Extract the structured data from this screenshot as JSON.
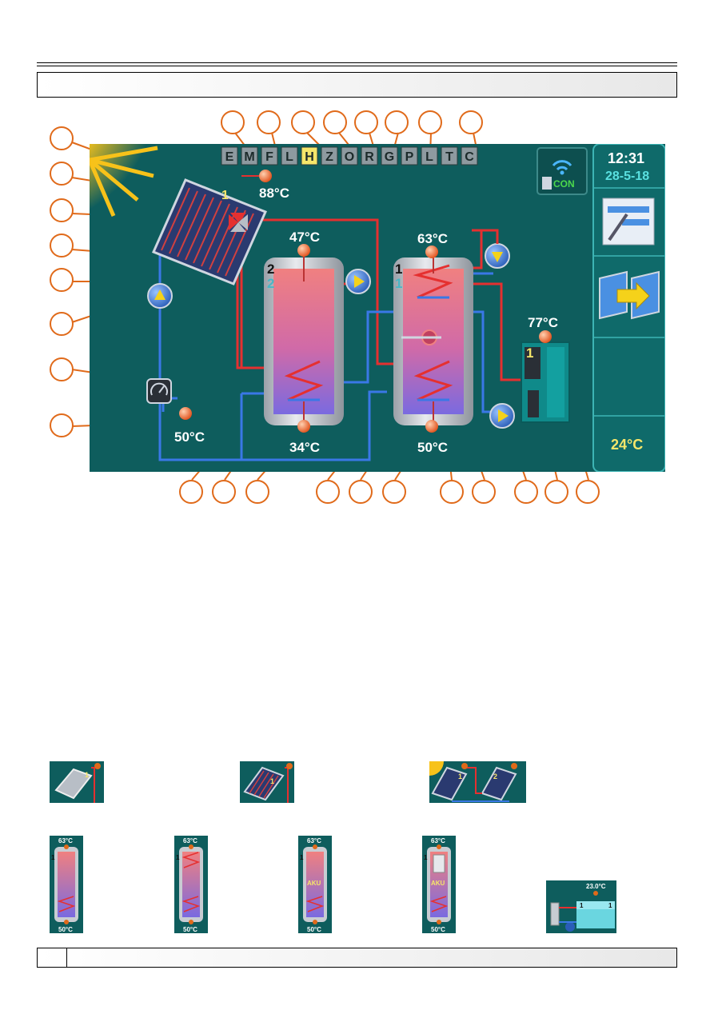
{
  "header": {
    "title": ""
  },
  "status_bar": {
    "time": "12:31",
    "date": "28-5-18",
    "connection": "CON",
    "room_temp": "24°C"
  },
  "mode_letters": [
    "E",
    "M",
    "F",
    "L",
    "H",
    "Z",
    "O",
    "R",
    "G",
    "P",
    "L",
    "T",
    "C"
  ],
  "active_mode": "H",
  "collector": {
    "number": "1",
    "temp": "88°C"
  },
  "tank_left": {
    "top_temp": "47°C",
    "bottom_temp": "34°C",
    "label_top": "2",
    "label_sub": "2"
  },
  "tank_right": {
    "top_temp": "63°C",
    "bottom_temp": "50°C",
    "label_top": "1",
    "label_sub": "1"
  },
  "boiler": {
    "temp": "77°C",
    "number": "1"
  },
  "return_sensor": {
    "temp": "50°C"
  },
  "thumbs": {
    "collector_a": {
      "number": "1"
    },
    "collector_b": {
      "number": "1"
    },
    "collector_pair": {
      "number_1": "1",
      "number_2": "2"
    },
    "tank_1": {
      "top": "63°C",
      "bottom": "50°C",
      "label": "1"
    },
    "tank_2": {
      "top": "63°C",
      "bottom": "50°C",
      "label": "1"
    },
    "tank_3": {
      "top": "63°C",
      "bottom": "50°C",
      "label": "1",
      "tag": "AKU"
    },
    "tank_4": {
      "top": "63°C",
      "bottom": "50°C",
      "label": "1",
      "tag": "AKU"
    },
    "pool": {
      "temp": "23.0°C",
      "label_a": "1",
      "label_b": "1"
    }
  },
  "colors": {
    "background": "#0e5d5d",
    "pipe_hot": "#e53030",
    "pipe_cold": "#3a78e6",
    "callout": "#e06a1a",
    "highlight": "#f5e66a"
  }
}
